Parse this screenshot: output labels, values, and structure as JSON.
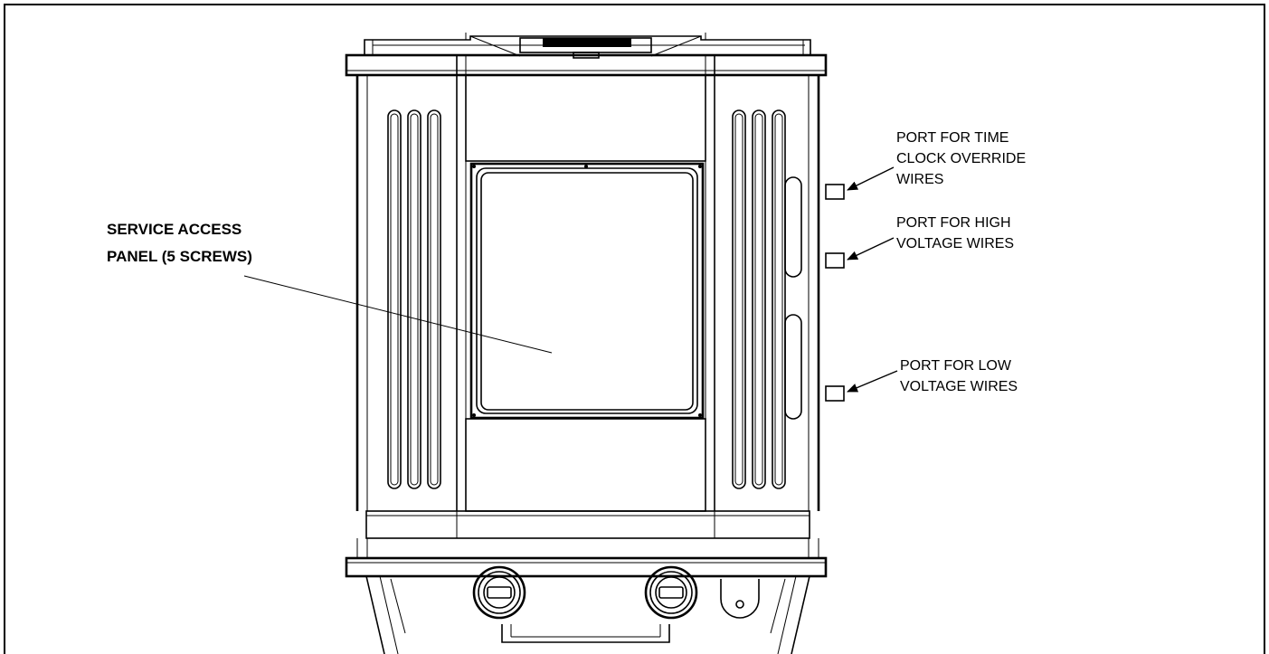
{
  "diagram": {
    "callouts": {
      "service_panel": {
        "line1": "SERVICE ACCESS",
        "line2": "PANEL (5 SCREWS)"
      },
      "time_clock_port": {
        "line1": "PORT FOR TIME",
        "line2": "CLOCK OVERRIDE",
        "line3": "WIRES"
      },
      "high_voltage_port": {
        "line1": "PORT FOR HIGH",
        "line2": "VOLTAGE WIRES"
      },
      "low_voltage_port": {
        "line1": "PORT FOR LOW",
        "line2": "VOLTAGE WIRES"
      }
    }
  }
}
